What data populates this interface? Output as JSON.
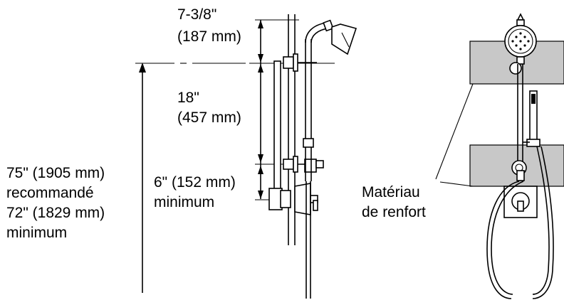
{
  "dimensions": {
    "top": {
      "line1": "7-3/8\"",
      "line2": "(187 mm)"
    },
    "middle": {
      "line1": "18\"",
      "line2": "(457 mm)"
    },
    "lower": {
      "line1": "6\" (152 mm)",
      "line2": "minimum"
    },
    "height": {
      "line1": "75\" (1905 mm)",
      "line2": "recommandé",
      "line3": "72\" (1829 mm)",
      "line4": "minimum"
    }
  },
  "callout": {
    "line1": "Matériau",
    "line2": "de renfort"
  },
  "colors": {
    "reinforcement_fill": "#c8c8c8",
    "line": "#000000",
    "background": "#ffffff"
  }
}
